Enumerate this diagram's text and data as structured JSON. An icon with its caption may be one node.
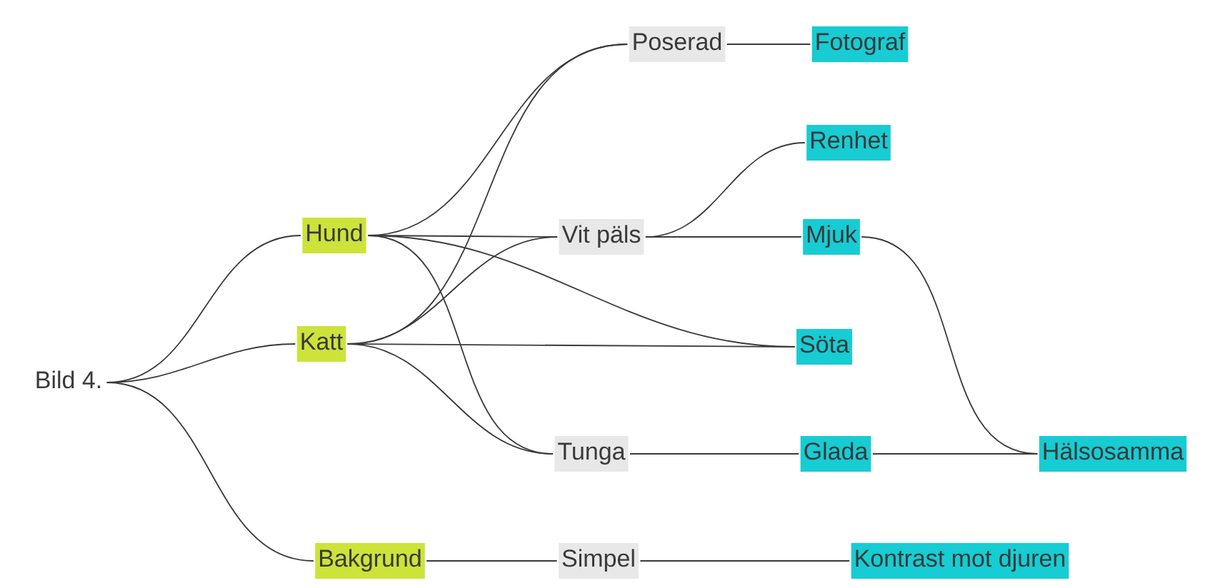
{
  "diagram": {
    "nodes": [
      {
        "text": [
          "Bild 4."
        ]
      },
      {
        "text": [
          "Hund"
        ]
      },
      {
        "text": [
          "Katt"
        ]
      },
      {
        "text": [
          "Bakgrund"
        ]
      },
      {
        "text": [
          "Poserad"
        ]
      },
      {
        "text": [
          "Vit päls"
        ]
      },
      {
        "text": [
          "Tunga"
        ]
      },
      {
        "text": [
          "Simpel"
        ]
      },
      {
        "text": [
          "Fotograf"
        ]
      },
      {
        "text": [
          "Renhet"
        ]
      },
      {
        "text": [
          "Mjuk"
        ]
      },
      {
        "text": [
          "Söta"
        ]
      },
      {
        "text": [
          "Glada"
        ]
      },
      {
        "text": [
          "Hälsosamma"
        ]
      },
      {
        "text": [
          "Kontrast mot djuren"
        ]
      }
    ],
    "edges": [
      {
        "from": 0,
        "to": 1,
        "arrow": "none"
      },
      {
        "from": 0,
        "to": 2,
        "arrow": "none"
      },
      {
        "from": 0,
        "to": 3,
        "arrow": "none"
      },
      {
        "from": 1,
        "to": 4,
        "arrow": "none"
      },
      {
        "from": 1,
        "to": 5,
        "arrow": "none"
      },
      {
        "from": 1,
        "to": 11,
        "arrow": "none"
      },
      {
        "from": 1,
        "to": 6,
        "arrow": "none"
      },
      {
        "from": 2,
        "to": 4,
        "arrow": "none"
      },
      {
        "from": 2,
        "to": 5,
        "arrow": "none"
      },
      {
        "from": 2,
        "to": 11,
        "arrow": "none"
      },
      {
        "from": 2,
        "to": 6,
        "arrow": "none"
      },
      {
        "from": 3,
        "to": 7,
        "arrow": "none"
      },
      {
        "from": 4,
        "to": 8,
        "arrow": "none"
      },
      {
        "from": 5,
        "to": 9,
        "arrow": "none"
      },
      {
        "from": 5,
        "to": 10,
        "arrow": "none"
      },
      {
        "from": 6,
        "to": 12,
        "arrow": "none"
      },
      {
        "from": 7,
        "to": 14,
        "arrow": "none"
      },
      {
        "from": 10,
        "to": 13,
        "arrow": "none"
      },
      {
        "from": 12,
        "to": 13,
        "arrow": "none"
      }
    ]
  }
}
